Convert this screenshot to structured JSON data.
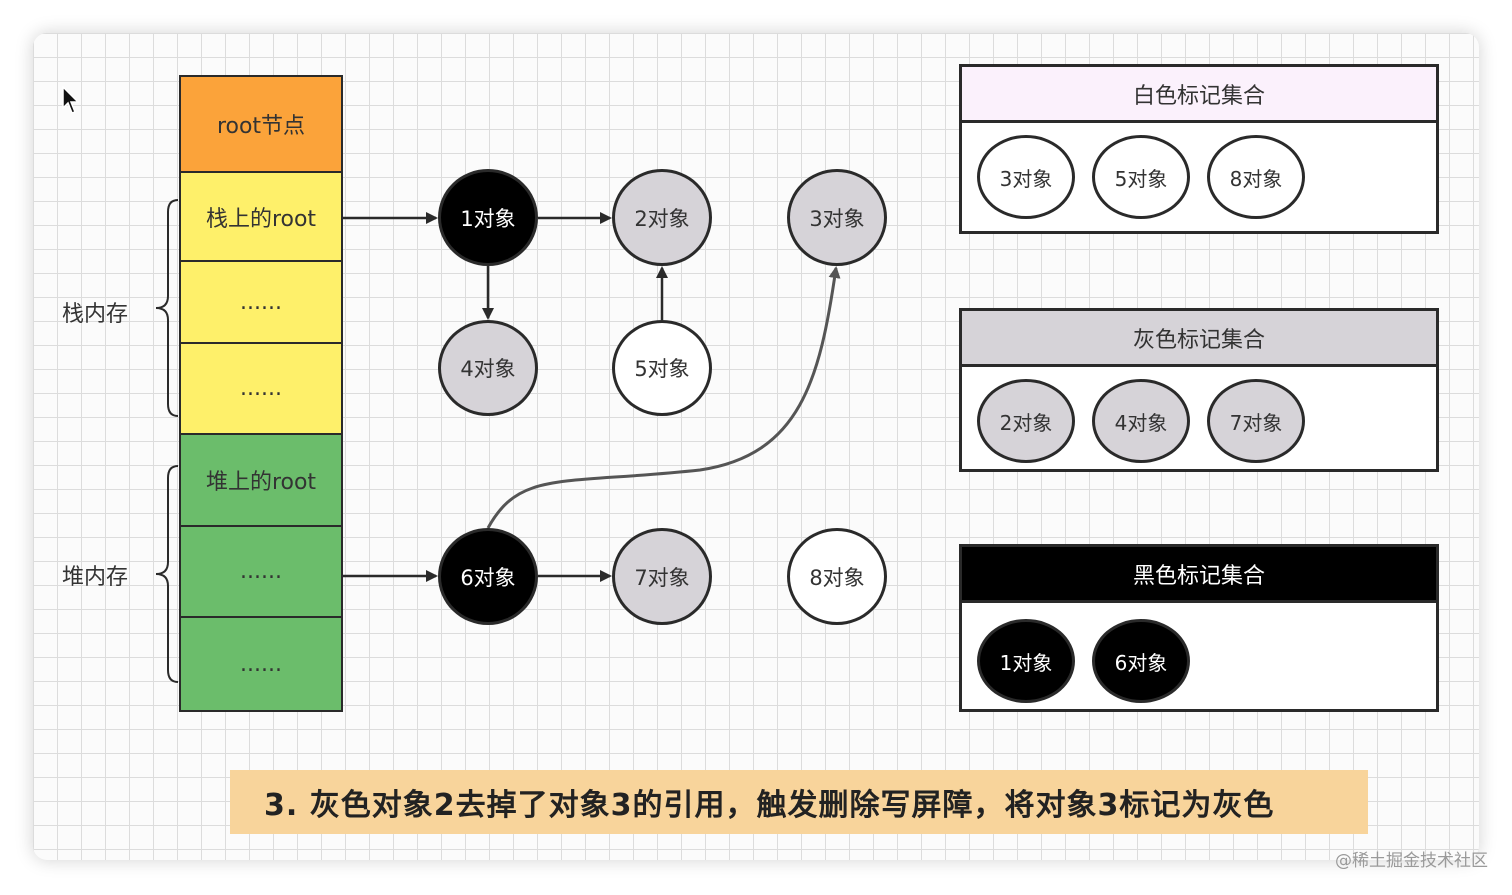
{
  "stack": {
    "root_node": "root节点",
    "stack_root": "栈上的root",
    "stack_dots1": "......",
    "stack_dots2": "......",
    "heap_root": "堆上的root",
    "heap_dots1": "......",
    "heap_dots2": "......",
    "stack_mem_label": "栈内存",
    "heap_mem_label": "堆内存"
  },
  "objects": {
    "o1": "1对象",
    "o2": "2对象",
    "o3": "3对象",
    "o4": "4对象",
    "o5": "5对象",
    "o6": "6对象",
    "o7": "7对象",
    "o8": "8对象"
  },
  "sets": {
    "white": {
      "title": "白色标记集合",
      "items": [
        "3对象",
        "5对象",
        "8对象"
      ]
    },
    "gray": {
      "title": "灰色标记集合",
      "items": [
        "2对象",
        "4对象",
        "7对象"
      ]
    },
    "black": {
      "title": "黑色标记集合",
      "items": [
        "1对象",
        "6对象"
      ]
    }
  },
  "caption": "3. 灰色对象2去掉了对象3的引用，触发删除写屏障，将对象3标记为灰色",
  "watermark": "@稀土掘金技术社区",
  "colors": {
    "root": "#fba33a",
    "stack": "#fef06a",
    "heap": "#6bbd6b",
    "gray": "#d6d3d8",
    "black": "#000000",
    "white_header": "#fbf1fc",
    "caption_bg": "#f8d49b"
  }
}
